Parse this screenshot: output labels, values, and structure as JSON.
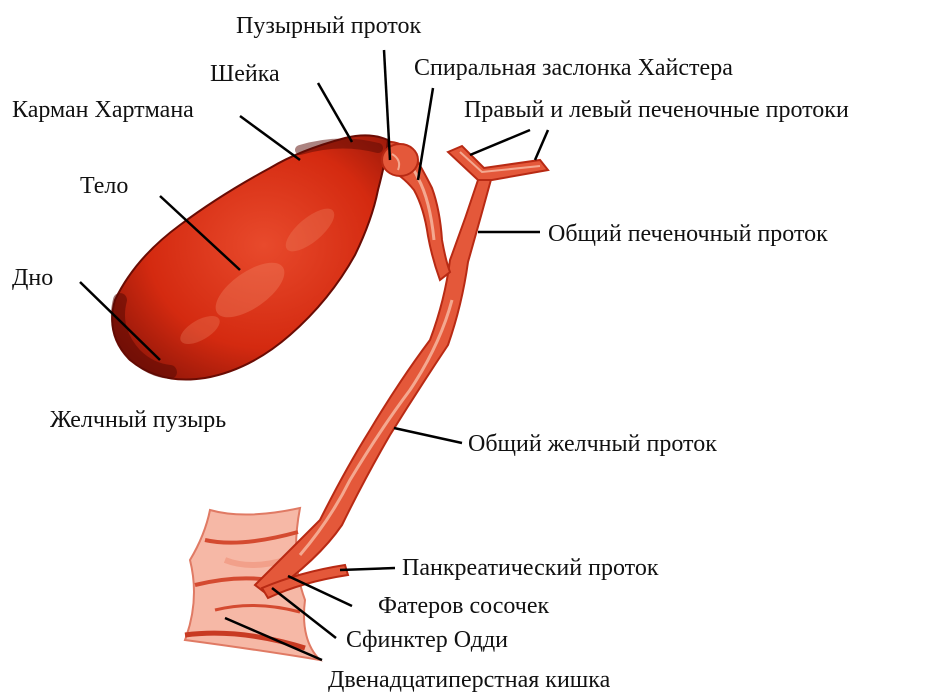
{
  "diagram": {
    "labels": {
      "cystic_duct": "Пузырный проток",
      "neck": "Шейка",
      "heister_valve": "Спиральная заслонка Хайстера",
      "hartmann_pouch": "Карман Хартмана",
      "hepatic_ducts": "Правый и левый печеночные протоки",
      "body": "Тело",
      "common_hepatic_duct": "Общий печеночный проток",
      "fundus": "Дно",
      "gallbladder": "Желчный пузырь",
      "common_bile_duct": "Общий желчный проток",
      "pancreatic_duct": "Панкреатический проток",
      "vater_papilla": "Фатеров сосочек",
      "oddi_sphincter": "Сфинктер Одди",
      "duodenum": "Двенадцатиперстная кишка"
    },
    "colors": {
      "organ": "#d42a10",
      "organ_dark": "#7a1008",
      "organ_light": "#f08a6a",
      "duct": "#e4583a",
      "duodenum": "#f6b8a6",
      "leader": "#000000"
    }
  }
}
